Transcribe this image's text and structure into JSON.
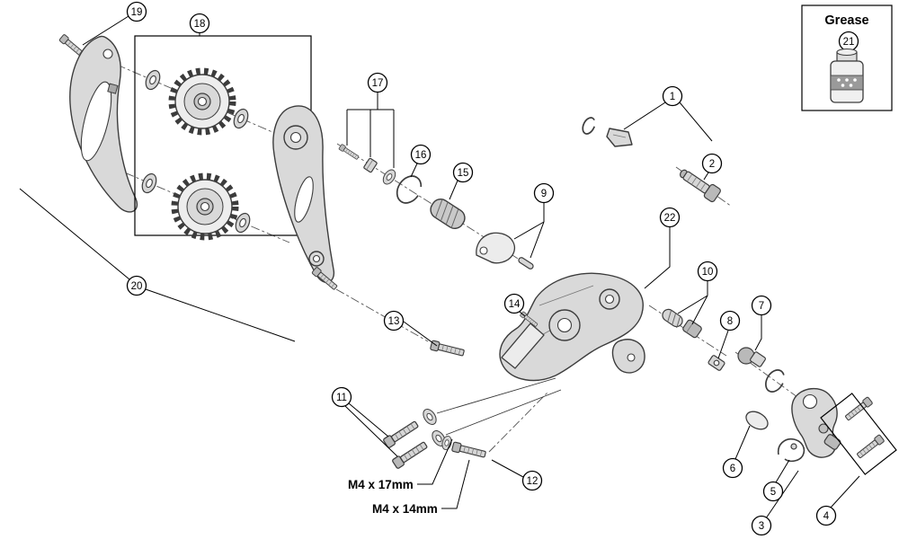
{
  "colors": {
    "background": "#ffffff",
    "line": "#000000",
    "part_fill": "#d9d9d9"
  },
  "callouts": {
    "c1": "1",
    "c2": "2",
    "c3": "3",
    "c4": "4",
    "c5": "5",
    "c6": "6",
    "c7": "7",
    "c8": "8",
    "c9": "9",
    "c10": "10",
    "c11": "11",
    "c12": "12",
    "c13": "13",
    "c14": "14",
    "c15": "15",
    "c16": "16",
    "c17": "17",
    "c18": "18",
    "c19": "19",
    "c20": "20",
    "c21": "21",
    "c22": "22"
  },
  "grease_box": {
    "title": "Grease",
    "icon": "grease-bottle-icon"
  },
  "labels": {
    "bolt_17mm": "M4 x 17mm",
    "bolt_14mm": "M4 x 14mm"
  }
}
